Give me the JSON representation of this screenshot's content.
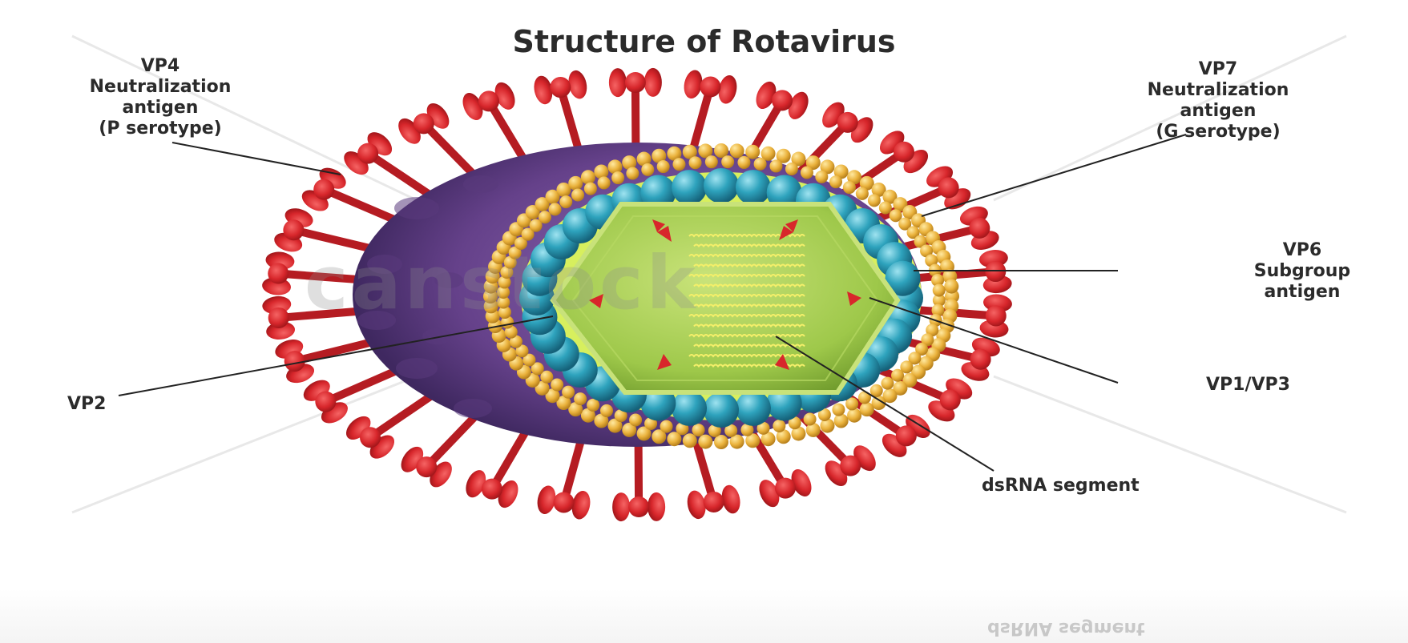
{
  "title": "Structure of Rotavirus",
  "labels": {
    "vp4": {
      "line1": "VP4",
      "line2": "Neutralization",
      "line3": "antigen",
      "line4": "(P serotype)"
    },
    "vp7": {
      "line1": "VP7",
      "line2": "Neutralization",
      "line3": "antigen",
      "line4": "(G serotype)"
    },
    "vp6": {
      "line1": "VP6",
      "line2": "Subgroup",
      "line3": "antigen"
    },
    "vp2": "VP2",
    "vp1_vp3": "VP1/VP3",
    "dsrna": "dsRNA segment"
  },
  "watermark": "canstock",
  "reflection_text": "dsRNA segment",
  "colors": {
    "spike": "#d8262b",
    "outer_capsid": "#6e4a93",
    "bead_ring": "#e9b23a",
    "inner_beads": "#2c9cb5",
    "core": "#a9cf4e"
  }
}
